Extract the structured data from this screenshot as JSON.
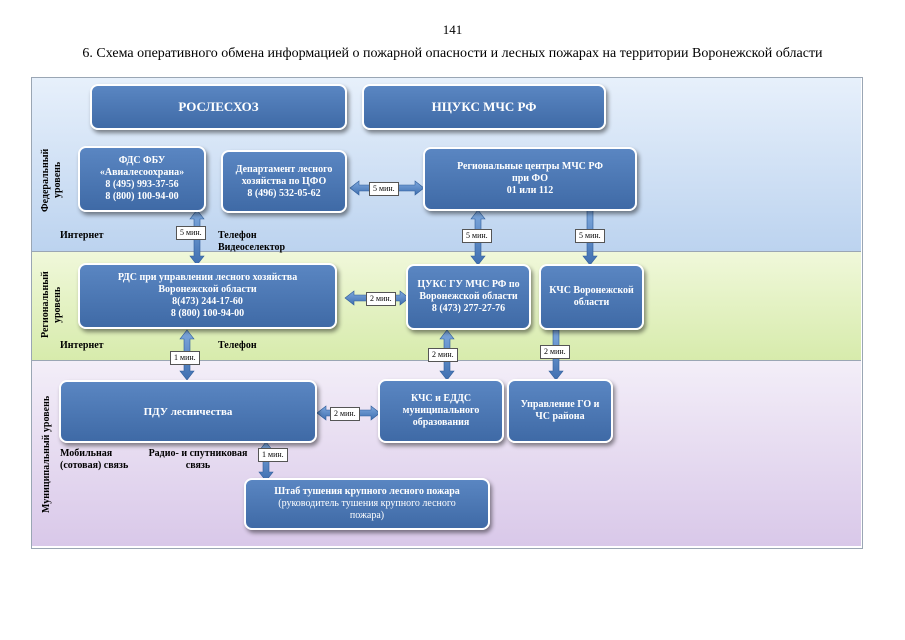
{
  "page_number": "141",
  "title": "6. Схема оперативного обмена информацией о пожарной опасности и лесных пожарах на территории Воронежской области",
  "levels": {
    "federal_l1": "Федеральный",
    "federal_l2": "уровень",
    "regional_l1": "Региональный",
    "regional_l2": "уровень",
    "municipal": "Муниципальный уровень"
  },
  "boxes": {
    "roslesxoz": "РОСЛЕСХОЗ",
    "ncuks": "НЦУКС МЧС РФ",
    "fds_l1": "ФДС ФБУ",
    "fds_l2": "«Авиалесоохрана»",
    "fds_l3": "8 (495) 993-37-56",
    "fds_l4": "8 (800) 100-94-00",
    "dep_l1": "Департамент лесного",
    "dep_l2": "хозяйства по ЦФО",
    "dep_l3": "8 (496) 532-05-62",
    "rc_l1": "Региональные центры МЧС РФ",
    "rc_l2": "при ФО",
    "rc_l3": "01 или 112",
    "rds_l1": "РДС при управлении лесного хозяйства",
    "rds_l2": "Воронежской области",
    "rds_l3": "8(473) 244-17-60",
    "rds_l4": "8 (800) 100-94-00",
    "cuks_l1": "ЦУКС ГУ МЧС РФ по",
    "cuks_l2": "Воронежской области",
    "cuks_l3": "8 (473) 277-27-76",
    "kchs_l1": "КЧС Воронежской",
    "kchs_l2": "области",
    "pdu": "ПДУ лесничества",
    "edds_l1": "КЧС и ЕДДС",
    "edds_l2": "муниципального",
    "edds_l3": "образования",
    "go_l1": "Управление ГО и",
    "go_l2": "ЧС района",
    "shtab_l1": "Штаб тушения крупного лесного пожара",
    "shtab_l2": "(руководитель тушения крупного лесного",
    "shtab_l3": "пожара)"
  },
  "labels": {
    "internet1": "Интернет",
    "phone1": "Телефон",
    "video": "Видеоселектор",
    "internet2": "Интернет",
    "phone2": "Телефон",
    "mobile_l1": "Мобильная",
    "mobile_l2": "(сотовая) связь",
    "radio_l1": "Радио- и спутниковая",
    "radio_l2": "связь"
  },
  "timings": {
    "t_dep_rc": "5 мин.",
    "t_fds_rds": "5 мин.",
    "t_rc_cuks": "5 мин.",
    "t_rc_kchs": "5 мин.",
    "t_rds_cuks": "2 мин.",
    "t_rds_pdu": "1 мин.",
    "t_cuks_edds": "2 мин.",
    "t_kchs_go": "2 мин.",
    "t_pdu_edds": "2 мин.",
    "t_pdu_shtab": "1 мин."
  },
  "colors": {
    "box_fill": "#4a76b3",
    "federal_band": "#c9dcf3",
    "regional_band": "#e3f1c0",
    "municipal_band": "#e4d8ef",
    "arrow_fill": "#5b8ed0"
  }
}
